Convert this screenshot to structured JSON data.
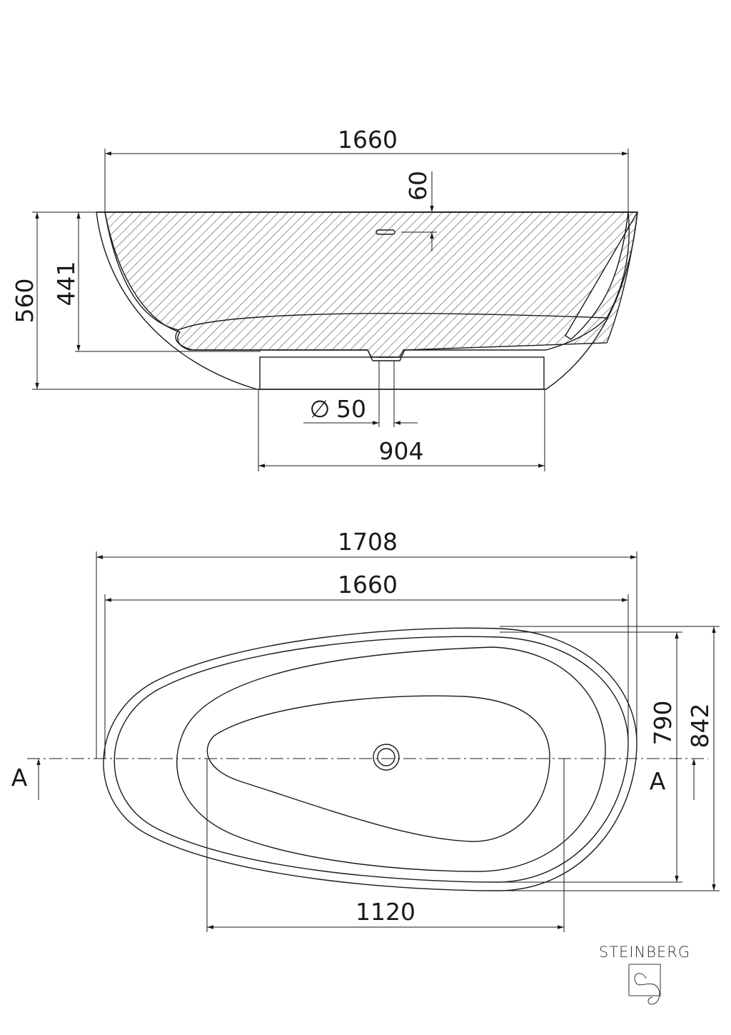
{
  "section_view": {
    "dimensions": {
      "width_top": "1660",
      "overflow_offset": "60",
      "total_height": "560",
      "inner_depth": "441",
      "drain_diameter": "50",
      "drain_symbol": "∅",
      "base_width": "904"
    }
  },
  "plan_view": {
    "dimensions": {
      "overall_length": "1708",
      "rim_length": "1660",
      "inner_length": "1120",
      "inner_width": "790",
      "overall_width": "842"
    },
    "section_marker_left": "A",
    "section_marker_right": "A"
  },
  "brand": {
    "name": "STEINBERG"
  },
  "colors": {
    "line": "#1a1a1a",
    "background": "#ffffff"
  }
}
